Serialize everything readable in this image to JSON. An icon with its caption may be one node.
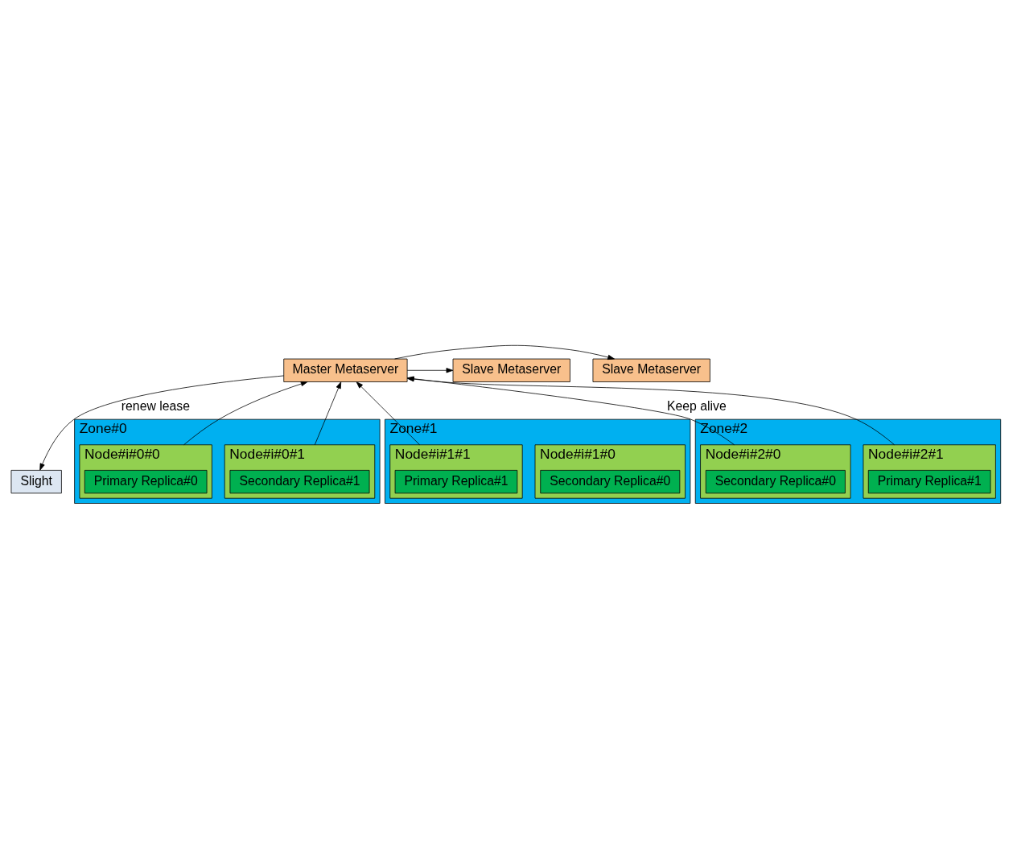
{
  "diagram": {
    "nodes": [
      {
        "text": [
          "Slight"
        ]
      },
      {
        "text": [
          "Slave Metaserver"
        ]
      },
      {
        "text": [
          "Master Metaserver"
        ]
      },
      {
        "text": [
          "Slave Metaserver"
        ]
      },
      {
        "text": [
          "Zone#0"
        ]
      },
      {
        "text": [
          "Node#i#0#0"
        ],
        "in": 4
      },
      {
        "text": [
          "Primary Replica#0"
        ],
        "in": 5
      },
      {
        "text": [
          "Node#i#0#1"
        ],
        "in": 4
      },
      {
        "text": [
          "Secondary Replica#1"
        ],
        "in": 7
      },
      {
        "text": [
          "Zone#1"
        ]
      },
      {
        "text": [
          "Node#i#1#0"
        ],
        "in": 9
      },
      {
        "text": [
          "Secondary Replica#0"
        ],
        "in": 10
      },
      {
        "text": [
          "Node#i#1#1"
        ],
        "in": 9
      },
      {
        "text": [
          "Primary Replica#1"
        ],
        "in": 12
      },
      {
        "text": [
          "Zone#2"
        ]
      },
      {
        "text": [
          "Node#i#2#0"
        ],
        "in": 14
      },
      {
        "text": [
          "Secondary Replica#0"
        ],
        "in": 15
      },
      {
        "text": [
          "Node#i#2#1"
        ],
        "in": 14
      },
      {
        "text": [
          "Primary Replica#1"
        ],
        "in": 17
      }
    ],
    "edges": [
      {
        "from": 2,
        "to": 0,
        "arrow": "to",
        "label": "renew lease"
      },
      {
        "from": 2,
        "to": 1,
        "arrow": "to"
      },
      {
        "from": 2,
        "to": 3,
        "arrow": "to"
      },
      {
        "from": 5,
        "to": 2,
        "arrow": "to"
      },
      {
        "from": 7,
        "to": 2,
        "arrow": "to"
      },
      {
        "from": 12,
        "to": 2,
        "arrow": "to"
      },
      {
        "from": 17,
        "to": 2,
        "arrow": "to"
      },
      {
        "from": 15,
        "to": 2,
        "arrow": "to",
        "label": "Keep alive"
      }
    ]
  }
}
